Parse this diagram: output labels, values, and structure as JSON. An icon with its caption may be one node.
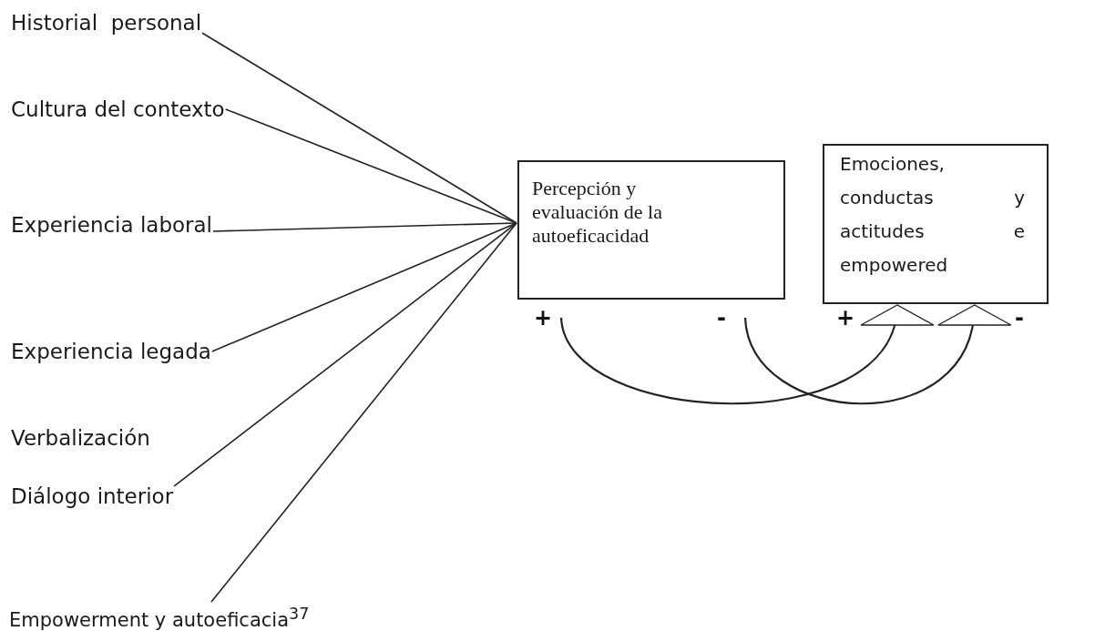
{
  "diagram": {
    "nodes": [
      {
        "text": [
          "Historial  personal"
        ]
      },
      {
        "text": [
          "Cultura del contexto"
        ]
      },
      {
        "text": [
          "Experiencia laboral"
        ]
      },
      {
        "text": [
          "Experiencia legada"
        ]
      },
      {
        "text": [
          "Diálogo interior"
        ]
      },
      {
        "text": [
          "Empowerment y autoeficacia$^{37}$"
        ]
      },
      {
        "text": [
          "Percepción y evaluación de la autoeficacidad"
        ],
        "beside": [
          "+",
          "-"
        ]
      },
      {
        "text": [
          "Emociones, conductas y actitudes e empowered"
        ],
        "beside": [
          "+",
          "-"
        ]
      }
    ],
    "edges": [
      {
        "from": 0,
        "to": 6,
        "arrow": "none"
      },
      {
        "from": 1,
        "to": 6,
        "arrow": "none"
      },
      {
        "from": 2,
        "to": 6,
        "arrow": "none"
      },
      {
        "from": 3,
        "to": 6,
        "arrow": "none"
      },
      {
        "from": 4,
        "to": 6,
        "arrow": "none"
      },
      {
        "from": 5,
        "to": 6,
        "arrow": "none"
      },
      {
        "from": 6,
        "to": 7,
        "arrow": "to"
      },
      {
        "from": 6,
        "to": 7,
        "arrow": "to"
      }
    ],
    "labels": [
      "Verbalización"
    ]
  }
}
